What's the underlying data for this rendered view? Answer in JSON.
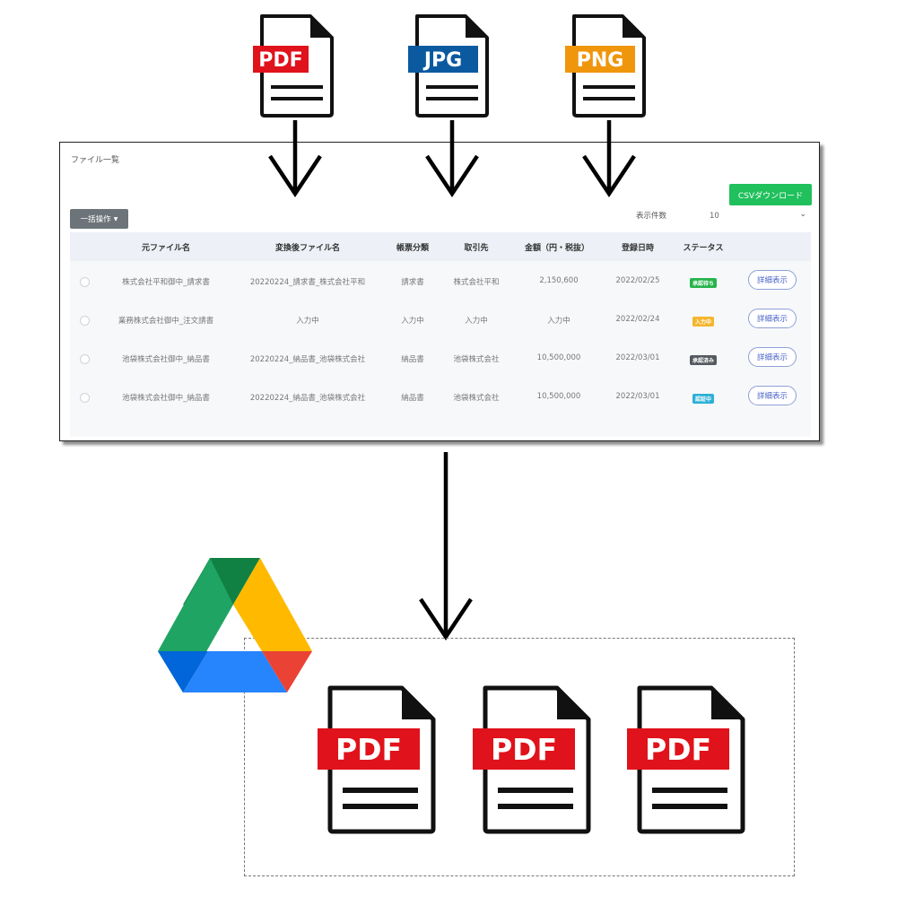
{
  "file_types": [
    {
      "label": "PDF",
      "color": "#e0121b"
    },
    {
      "label": "JPG",
      "color": "#0b5aa0"
    },
    {
      "label": "PNG",
      "color": "#f0960c"
    }
  ],
  "panel": {
    "title": "ファイル一覧",
    "csv_button": "CSVダウンロード",
    "bulk_button": "一括操作",
    "display_count_label": "表示件数",
    "display_count_value": "10",
    "columns": [
      "元ファイル名",
      "変換後ファイル名",
      "帳票分類",
      "取引先",
      "金額（円・税抜）",
      "登録日時",
      "ステータス"
    ],
    "rows": [
      {
        "original": "株式会社平和御中_請求書",
        "converted": "20220224_請求書_株式会社平和",
        "type": "請求書",
        "partner": "株式会社平和",
        "amount": "2,150,600",
        "date": "2022/02/25",
        "status": "承認待ち",
        "status_color": "#26b34a",
        "detail": "詳細表示"
      },
      {
        "original": "業務株式会社御中_注文請書",
        "converted": "入力中",
        "type": "入力中",
        "partner": "入力中",
        "amount": "入力中",
        "date": "2022/02/24",
        "status": "入力中",
        "status_color": "#f5b52e",
        "detail": "詳細表示"
      },
      {
        "original": "池袋株式会社御中_納品書",
        "converted": "20220224_納品書_池袋株式会社",
        "type": "納品書",
        "partner": "池袋株式会社",
        "amount": "10,500,000",
        "date": "2022/03/01",
        "status": "承認済み",
        "status_color": "#555a60",
        "detail": "詳細表示"
      },
      {
        "original": "池袋株式会社御中_納品書",
        "converted": "20220224_納品書_池袋株式会社",
        "type": "納品書",
        "partner": "池袋株式会社",
        "amount": "10,500,000",
        "date": "2022/03/01",
        "status": "認証中",
        "status_color": "#2cb0d6",
        "detail": "詳細表示"
      }
    ]
  },
  "output_files": [
    {
      "label": "PDF",
      "color": "#e0121b"
    },
    {
      "label": "PDF",
      "color": "#e0121b"
    },
    {
      "label": "PDF",
      "color": "#e0121b"
    }
  ],
  "colors": {
    "drive_green": "#1fa463",
    "drive_dark_green": "#118043",
    "drive_yellow": "#ffba00",
    "drive_blue": "#2684fc",
    "drive_dark_blue": "#0066da",
    "drive_red": "#ea4335"
  }
}
